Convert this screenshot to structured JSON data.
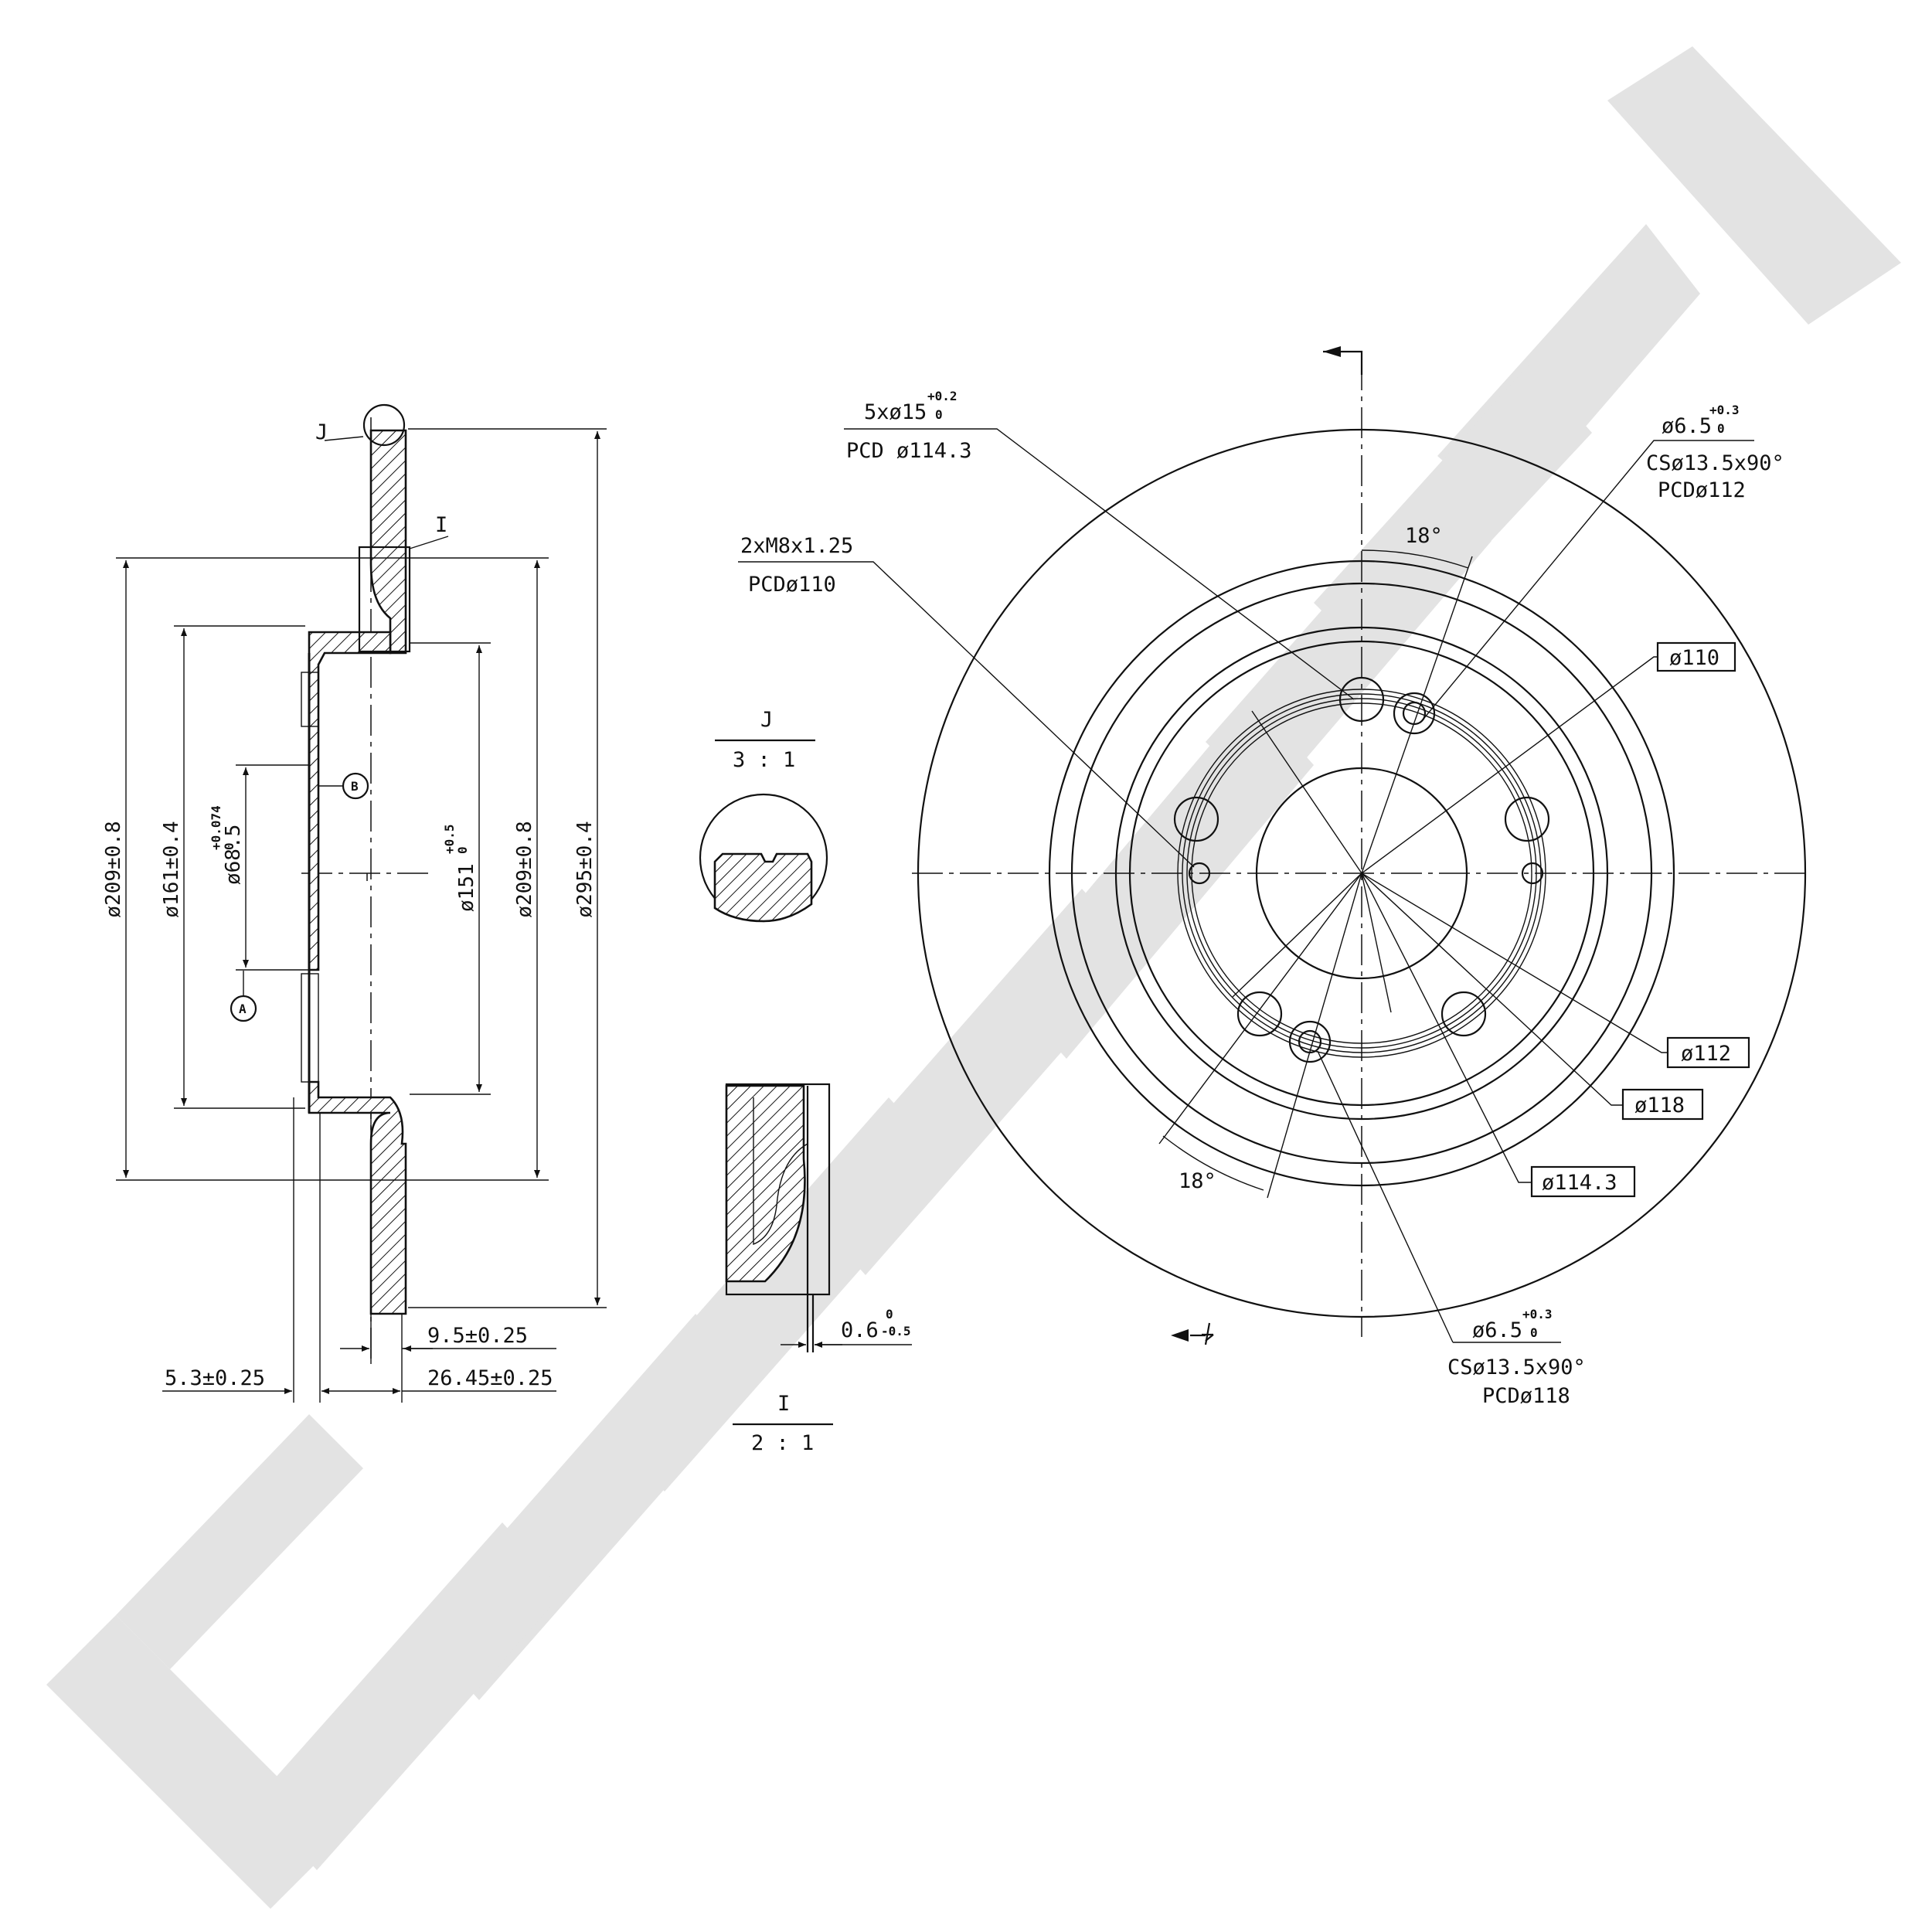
{
  "watermark": {
    "text": "ZENNIK",
    "color": "#e3e3e3"
  },
  "section_view": {
    "detail_refs": {
      "j": "J",
      "i": "I"
    },
    "datums": {
      "a": "A",
      "b": "B"
    },
    "dims": {
      "d209_left": "ø209±0.8",
      "d161": "ø161±0.4",
      "d68_base": "ø68.5",
      "d68_upper": "+0.074",
      "d68_lower": "0",
      "d151_base": "ø151",
      "d151_upper": "+0.5",
      "d151_lower": "0",
      "d209_right": "ø209±0.8",
      "d295": "ø295±0.4",
      "t9_5": "9.5±0.25",
      "t5_3": "5.3±0.25",
      "t26_45": "26.45±0.25"
    }
  },
  "detail_j": {
    "label": "J",
    "scale": "3 : 1"
  },
  "detail_i": {
    "label": "I",
    "scale": "2 : 1",
    "tol_base": "0.6",
    "tol_upper": "0",
    "tol_lower": "-0.5"
  },
  "front_view": {
    "callouts": {
      "holes5_base": "5xø15",
      "holes5_upper": "+0.2",
      "holes5_lower": "0",
      "holes5_pcd": "PCD ø114.3",
      "thread": "2xM8x1.25",
      "thread_pcd": "PCDø110",
      "cs_top_base": "ø6.5",
      "cs_top_upper": "+0.3",
      "cs_top_lower": "0",
      "cs_top_line2": "CSø13.5x90°",
      "cs_top_pcd": "PCDø112",
      "cs_bot_base": "ø6.5",
      "cs_bot_upper": "+0.3",
      "cs_bot_lower": "0",
      "cs_bot_line2": "CSø13.5x90°",
      "cs_bot_pcd": "PCDø118"
    },
    "angles": {
      "top": "18°",
      "bottom": "18°"
    },
    "boxes": {
      "d110": "ø110",
      "d112": "ø112",
      "d118": "ø118",
      "d114_3": "ø114.3"
    }
  }
}
